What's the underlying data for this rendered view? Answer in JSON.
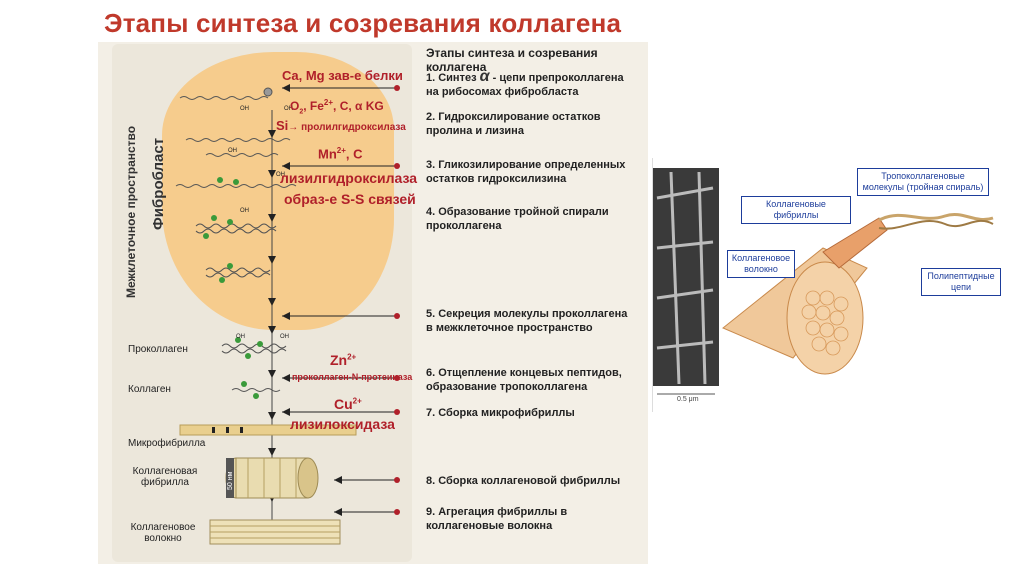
{
  "title": "Этапы синтеза и созревания коллагена",
  "left": {
    "intercellular": "Межклеточное пространство",
    "cell": "Фибробласт",
    "cofactors": {
      "c1": "Ca, Mg зав-е белки",
      "c2_o": "O",
      "c2_o_sub": "2",
      "c2_fe": ", Fe",
      "c2_fe_sup": "2+",
      "c2_rest": ", C, α KG",
      "c3_si": "Si",
      "c3_enzyme": "→ пролилгидроксилаза",
      "c4": "Mn",
      "c4_sup": "2+",
      "c4_rest": ", C",
      "c5": "лизилгидроксилаза",
      "c6": "образ-е S-S связей",
      "c7": "Zn",
      "c7_sup": "2+",
      "c7_enzyme": "проколлаген-N-протеиназа",
      "c8": "Cu",
      "c8_sup": "2+",
      "c9": "лизилоксидаза"
    },
    "stages": {
      "procollagen": "Проколлаген",
      "collagen": "Коллаген",
      "microfibril": "Микрофибрилла",
      "fibril": "Коллагеновая фибрилла",
      "fiber": "Коллагеновое волокно",
      "scale": "50 нм"
    },
    "oh": "OH"
  },
  "steps_heading": "Этапы синтеза и созревания коллагена",
  "steps": [
    {
      "a": "1. Синтез",
      "alpha": "α",
      "b": "- цепи препроколлагена",
      "c": "на рибосомах фибробласта"
    },
    {
      "a": "2. Гидроксилирование остатков",
      "b": "пролина и лизина"
    },
    {
      "a": "3. Гликозилирование определенных",
      "b": "остатков гидроксилизина"
    },
    {
      "a": "4. Образование тройной спирали",
      "b": "проколлагена"
    },
    {
      "a": "5. Секреция молекулы проколлагена",
      "b": "в межклеточное пространство"
    },
    {
      "a": "6. Отщепление концевых пептидов,",
      "b": "образование тропоколлагена"
    },
    {
      "a": "7. Сборка микрофибриллы"
    },
    {
      "a": "8. Сборка коллагеновой фибриллы"
    },
    {
      "a": "9. Агрегация фибриллы в",
      "b": "коллагеновые волокна"
    }
  ],
  "figure": {
    "tropo": "Тропоколлагеновые молекулы (тройная спираль)",
    "fibrils": "Коллагеновые фибриллы",
    "fiber": "Коллагеновое волокно",
    "polypeptide": "Полипептидные цепи",
    "scale": "0.5 μm"
  },
  "colors": {
    "accent": "#b0202a",
    "cell": "#f6cc8d",
    "boxes": "#1d3d9b",
    "green": "#3a9a3a"
  }
}
